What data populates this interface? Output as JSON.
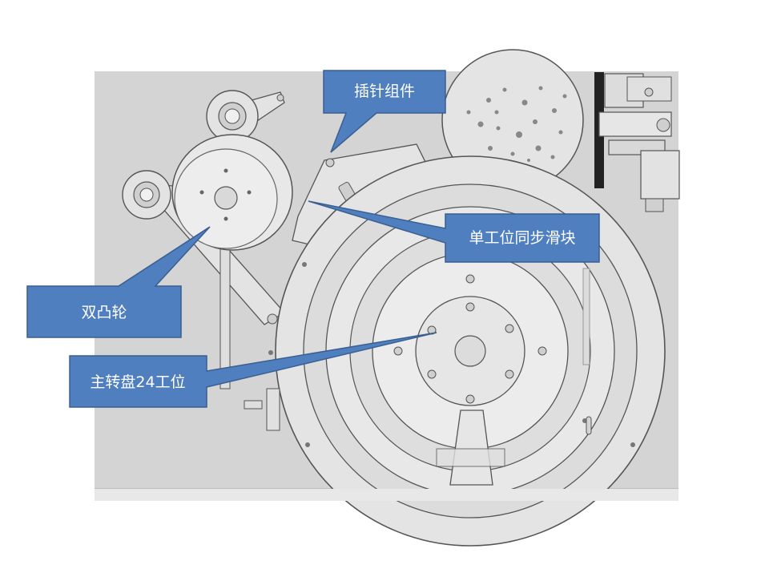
{
  "callouts": [
    {
      "id": "needle",
      "text": "插针组件"
    },
    {
      "id": "slider",
      "text": "单工位同步滑块"
    },
    {
      "id": "cam",
      "text": "双凸轮"
    },
    {
      "id": "turntable",
      "text": "主转盘24工位"
    }
  ],
  "colors": {
    "callout_fill": "#4f7fbf",
    "callout_stroke": "#3a5f91",
    "background_panel": "#d4d4d4",
    "part_fill": "#e2e2e2",
    "part_stroke": "#555555"
  }
}
